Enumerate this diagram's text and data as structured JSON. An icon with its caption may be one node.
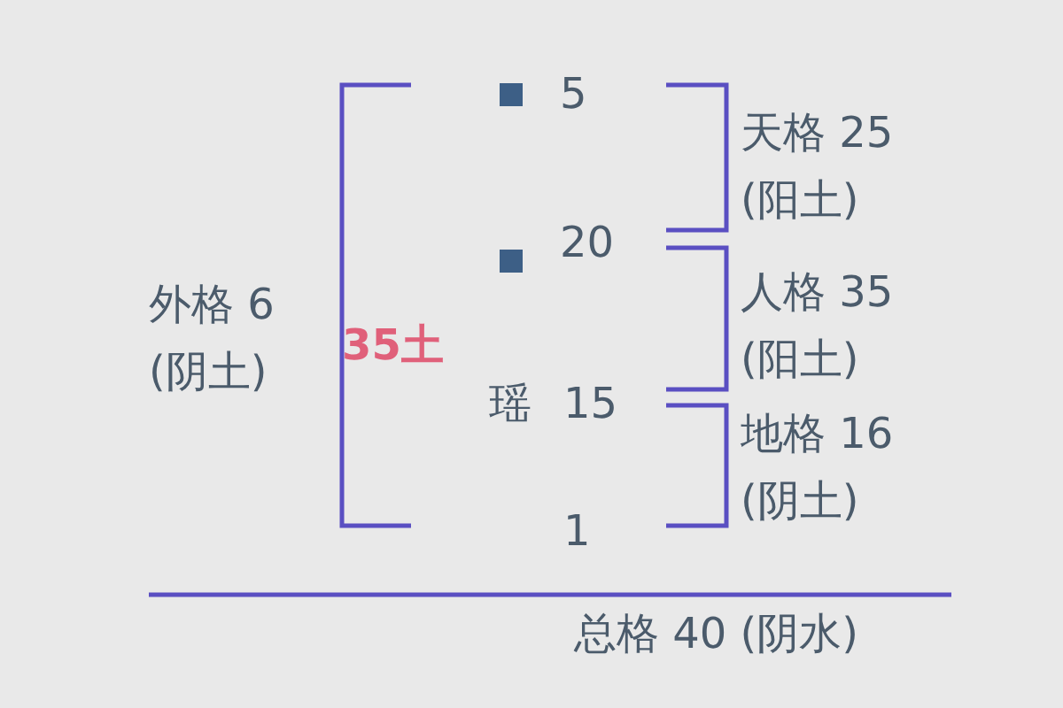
{
  "diagram": {
    "labels": [
      "5",
      "天格 25 (阳土)",
      "20",
      "外格 6 (阴土)",
      "35土",
      "人格 35 (阳土)",
      "瑶",
      "15",
      "地格 16 (阴土)",
      "1",
      "总格 40 (阴水)"
    ]
  }
}
